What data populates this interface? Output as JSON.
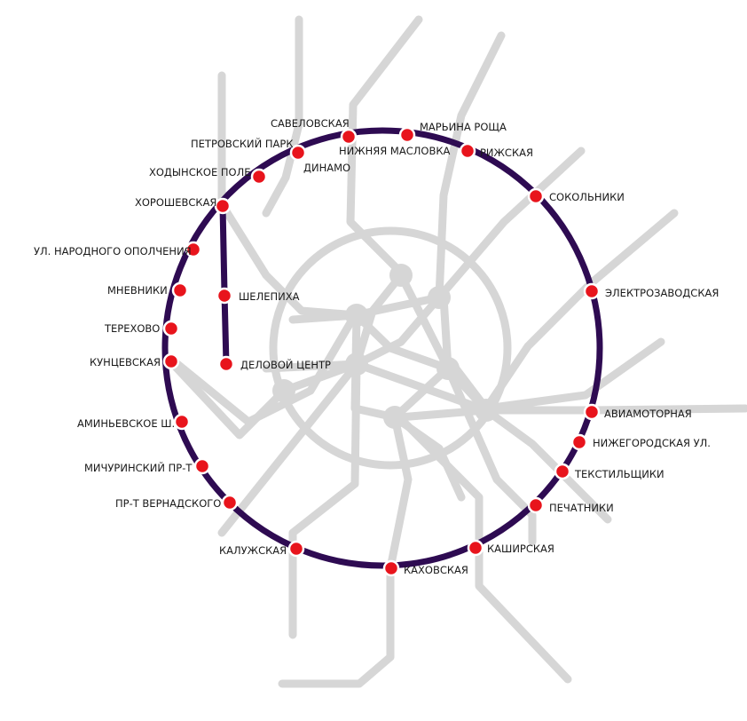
{
  "colors": {
    "line": "#2e0b52",
    "station": "#e8141c",
    "background_lines": "#d6d6d6",
    "label": "#1a1a1a"
  },
  "stations": [
    {
      "id": "savelovskaya",
      "label": "САВЕЛОВСКАЯ"
    },
    {
      "id": "maryina-roshcha",
      "label": "МАРЬИНА РОЩА"
    },
    {
      "id": "petrovsky-park",
      "label": "ПЕТРОВСКИЙ ПАРК"
    },
    {
      "id": "nizhnyaya-maslovka",
      "label": "НИЖНЯЯ МАСЛОВКА"
    },
    {
      "id": "rizhskaya",
      "label": "РИЖСКАЯ"
    },
    {
      "id": "dinamo",
      "label": "ДИНАМО"
    },
    {
      "id": "khodynskoye-pole",
      "label": "ХОДЫНСКОЕ ПОЛЕ"
    },
    {
      "id": "sokolniki",
      "label": "СОКОЛЬНИКИ"
    },
    {
      "id": "khoroshevskaya",
      "label": "ХОРОШЕВСКАЯ"
    },
    {
      "id": "narodnogo-opolcheniya",
      "label": "УЛ. НАРОДНОГО ОПОЛЧЕНИЯ"
    },
    {
      "id": "mnevniki",
      "label": "МНЕВНИКИ"
    },
    {
      "id": "shelepikha",
      "label": "ШЕЛЕПИХА"
    },
    {
      "id": "elektrozavodskaya",
      "label": "ЭЛЕКТРОЗАВОДСКАЯ"
    },
    {
      "id": "terekhovo",
      "label": "ТЕРЕХОВО"
    },
    {
      "id": "kuntsevskaya",
      "label": "КУНЦЕВСКАЯ"
    },
    {
      "id": "delovoy-tsentr",
      "label": "ДЕЛОВОЙ ЦЕНТР"
    },
    {
      "id": "aviamotornaya",
      "label": "АВИАМОТОРНАЯ"
    },
    {
      "id": "aminyevskoye",
      "label": "АМИНЬЕВСКОЕ Ш."
    },
    {
      "id": "nizhegorodskaya",
      "label": "НИЖЕГОРОДСКАЯ УЛ."
    },
    {
      "id": "michurinsky",
      "label": "МИЧУРИНСКИЙ ПР-Т"
    },
    {
      "id": "tekstilshchiki",
      "label": "ТЕКСТИЛЬЩИКИ"
    },
    {
      "id": "vernadskogo",
      "label": "ПР-Т ВЕРНАДСКОГО"
    },
    {
      "id": "pechatniki",
      "label": "ПЕЧАТНИКИ"
    },
    {
      "id": "kashirskaya",
      "label": "КАШИРСКАЯ"
    },
    {
      "id": "kaluzhskaya",
      "label": "КАЛУЖСКАЯ"
    },
    {
      "id": "kakhovskaya",
      "label": "КАХОВСКАЯ"
    }
  ]
}
